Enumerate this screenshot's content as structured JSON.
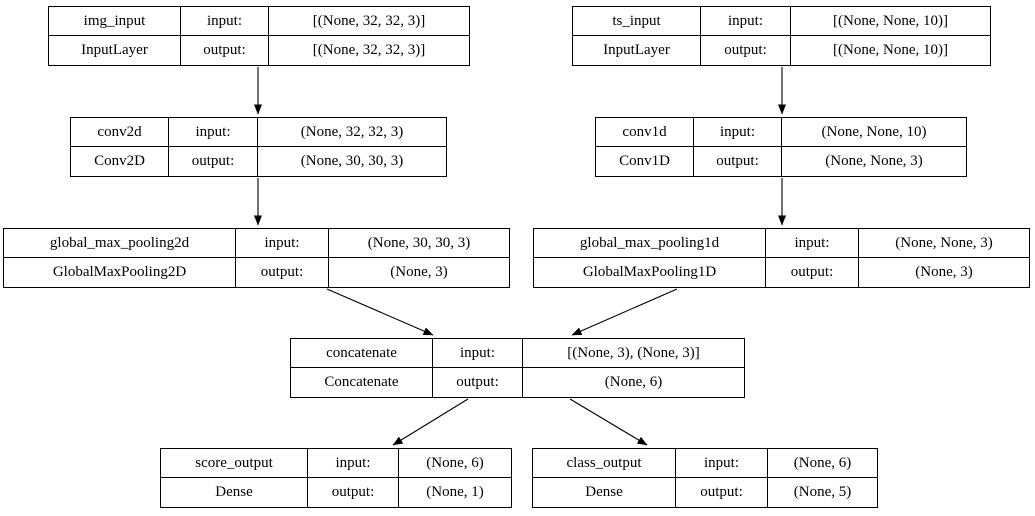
{
  "diagram": {
    "kind": "keras-model-plot",
    "background_color": "#ffffff",
    "border_color": "#000000",
    "text_color": "#000000",
    "nodes": [
      {
        "id": "img_input",
        "name": "img_input",
        "layer_type": "InputLayer",
        "input_label": "input:",
        "output_label": "output:",
        "input_shape": "[(None, 32, 32, 3)]",
        "output_shape": "[(None, 32, 32, 3)]"
      },
      {
        "id": "ts_input",
        "name": "ts_input",
        "layer_type": "InputLayer",
        "input_label": "input:",
        "output_label": "output:",
        "input_shape": "[(None, None, 10)]",
        "output_shape": "[(None, None, 10)]"
      },
      {
        "id": "conv2d",
        "name": "conv2d",
        "layer_type": "Conv2D",
        "input_label": "input:",
        "output_label": "output:",
        "input_shape": "(None, 32, 32, 3)",
        "output_shape": "(None, 30, 30, 3)"
      },
      {
        "id": "conv1d",
        "name": "conv1d",
        "layer_type": "Conv1D",
        "input_label": "input:",
        "output_label": "output:",
        "input_shape": "(None, None, 10)",
        "output_shape": "(None, None, 3)"
      },
      {
        "id": "global_max_pooling2d",
        "name": "global_max_pooling2d",
        "layer_type": "GlobalMaxPooling2D",
        "input_label": "input:",
        "output_label": "output:",
        "input_shape": "(None, 30, 30, 3)",
        "output_shape": "(None, 3)"
      },
      {
        "id": "global_max_pooling1d",
        "name": "global_max_pooling1d",
        "layer_type": "GlobalMaxPooling1D",
        "input_label": "input:",
        "output_label": "output:",
        "input_shape": "(None, None, 3)",
        "output_shape": "(None, 3)"
      },
      {
        "id": "concatenate",
        "name": "concatenate",
        "layer_type": "Concatenate",
        "input_label": "input:",
        "output_label": "output:",
        "input_shape": "[(None, 3), (None, 3)]",
        "output_shape": "(None, 6)"
      },
      {
        "id": "score_output",
        "name": "score_output",
        "layer_type": "Dense",
        "input_label": "input:",
        "output_label": "output:",
        "input_shape": "(None, 6)",
        "output_shape": "(None, 1)"
      },
      {
        "id": "class_output",
        "name": "class_output",
        "layer_type": "Dense",
        "input_label": "input:",
        "output_label": "output:",
        "input_shape": "(None, 6)",
        "output_shape": "(None, 5)"
      }
    ],
    "edges": [
      {
        "from": "img_input",
        "to": "conv2d"
      },
      {
        "from": "ts_input",
        "to": "conv1d"
      },
      {
        "from": "conv2d",
        "to": "global_max_pooling2d"
      },
      {
        "from": "conv1d",
        "to": "global_max_pooling1d"
      },
      {
        "from": "global_max_pooling2d",
        "to": "concatenate"
      },
      {
        "from": "global_max_pooling1d",
        "to": "concatenate"
      },
      {
        "from": "concatenate",
        "to": "score_output"
      },
      {
        "from": "concatenate",
        "to": "class_output"
      }
    ]
  }
}
